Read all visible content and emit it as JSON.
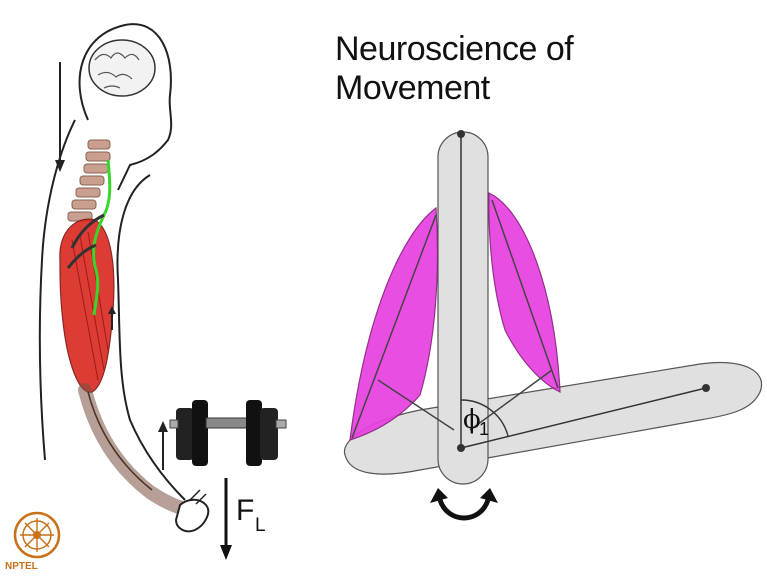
{
  "slide": {
    "title": "Neuroscience of Movement"
  },
  "left_figure": {
    "force_label": "F",
    "force_subscript": "L"
  },
  "right_figure": {
    "angle_symbol": "ϕ",
    "angle_subscript": "1"
  },
  "logo": {
    "text": "NPTEL"
  },
  "colors": {
    "muscle_magenta": "#e83fe0",
    "muscle_red": "#d9281e",
    "nerve_green": "#38d62a",
    "bone_gray": "#dcdcdc",
    "logo_orange": "#c8701a"
  }
}
